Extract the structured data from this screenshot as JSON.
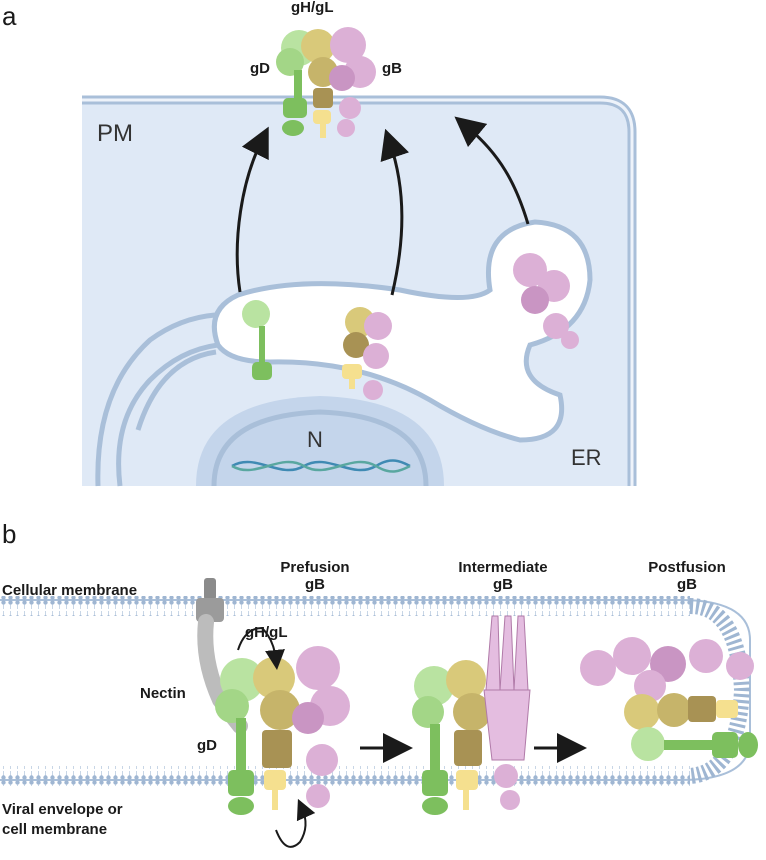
{
  "panel_a": {
    "panel_letter": "a",
    "proteins": {
      "gD": "gD",
      "gHgL": "gH/gL",
      "gB": "gB"
    },
    "compartments": {
      "pm": "PM",
      "er": "ER",
      "nucleus": "N"
    }
  },
  "panel_b": {
    "panel_letter": "b",
    "membranes": {
      "cellular": "Cellular membrane",
      "viral_line1": "Viral envelope or",
      "viral_line2": "cell membrane"
    },
    "labels": {
      "nectin": "Nectin",
      "gHgL": "gH/gL",
      "gD": "gD"
    },
    "stages": [
      {
        "line1": "Prefusion",
        "line2": "gB"
      },
      {
        "line1": "Intermediate",
        "line2": "gB"
      },
      {
        "line1": "Postfusion",
        "line2": "gB"
      }
    ]
  },
  "colors": {
    "gD_green": "#7dbf5e",
    "gD_light": "#b9e3a1",
    "gH_yellow": "#d9c97a",
    "gL_yellow": "#f5e08f",
    "gB_pink": "#dcb0d6",
    "cell_fill": "#dfe9f6",
    "membrane": "#a9bfd9"
  }
}
